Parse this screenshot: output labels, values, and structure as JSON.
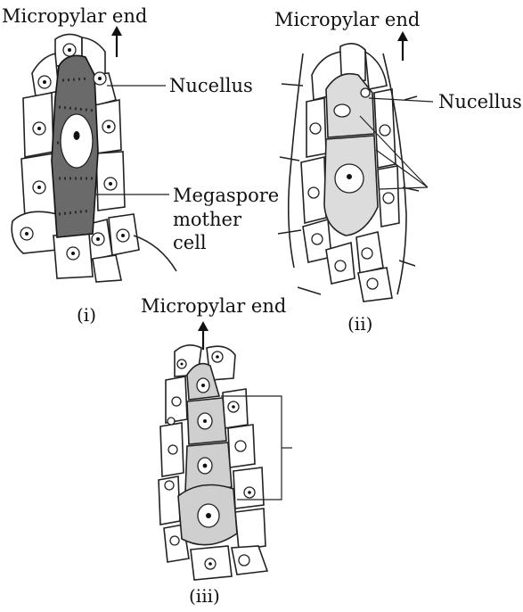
{
  "diagram": {
    "panel_i": {
      "micropylar_label": "Micropylar end",
      "nucellus_label": "Nucellus",
      "mmc_label_line1": "Megaspore",
      "mmc_label_line2": "mother",
      "mmc_label_line3": "cell",
      "caption": "(i)"
    },
    "panel_ii": {
      "micropylar_label": "Micropylar end",
      "nucellus_label": "Nucellus",
      "caption": "(ii)"
    },
    "panel_iii": {
      "micropylar_label": "Micropylar end",
      "caption": "(iii)"
    }
  }
}
